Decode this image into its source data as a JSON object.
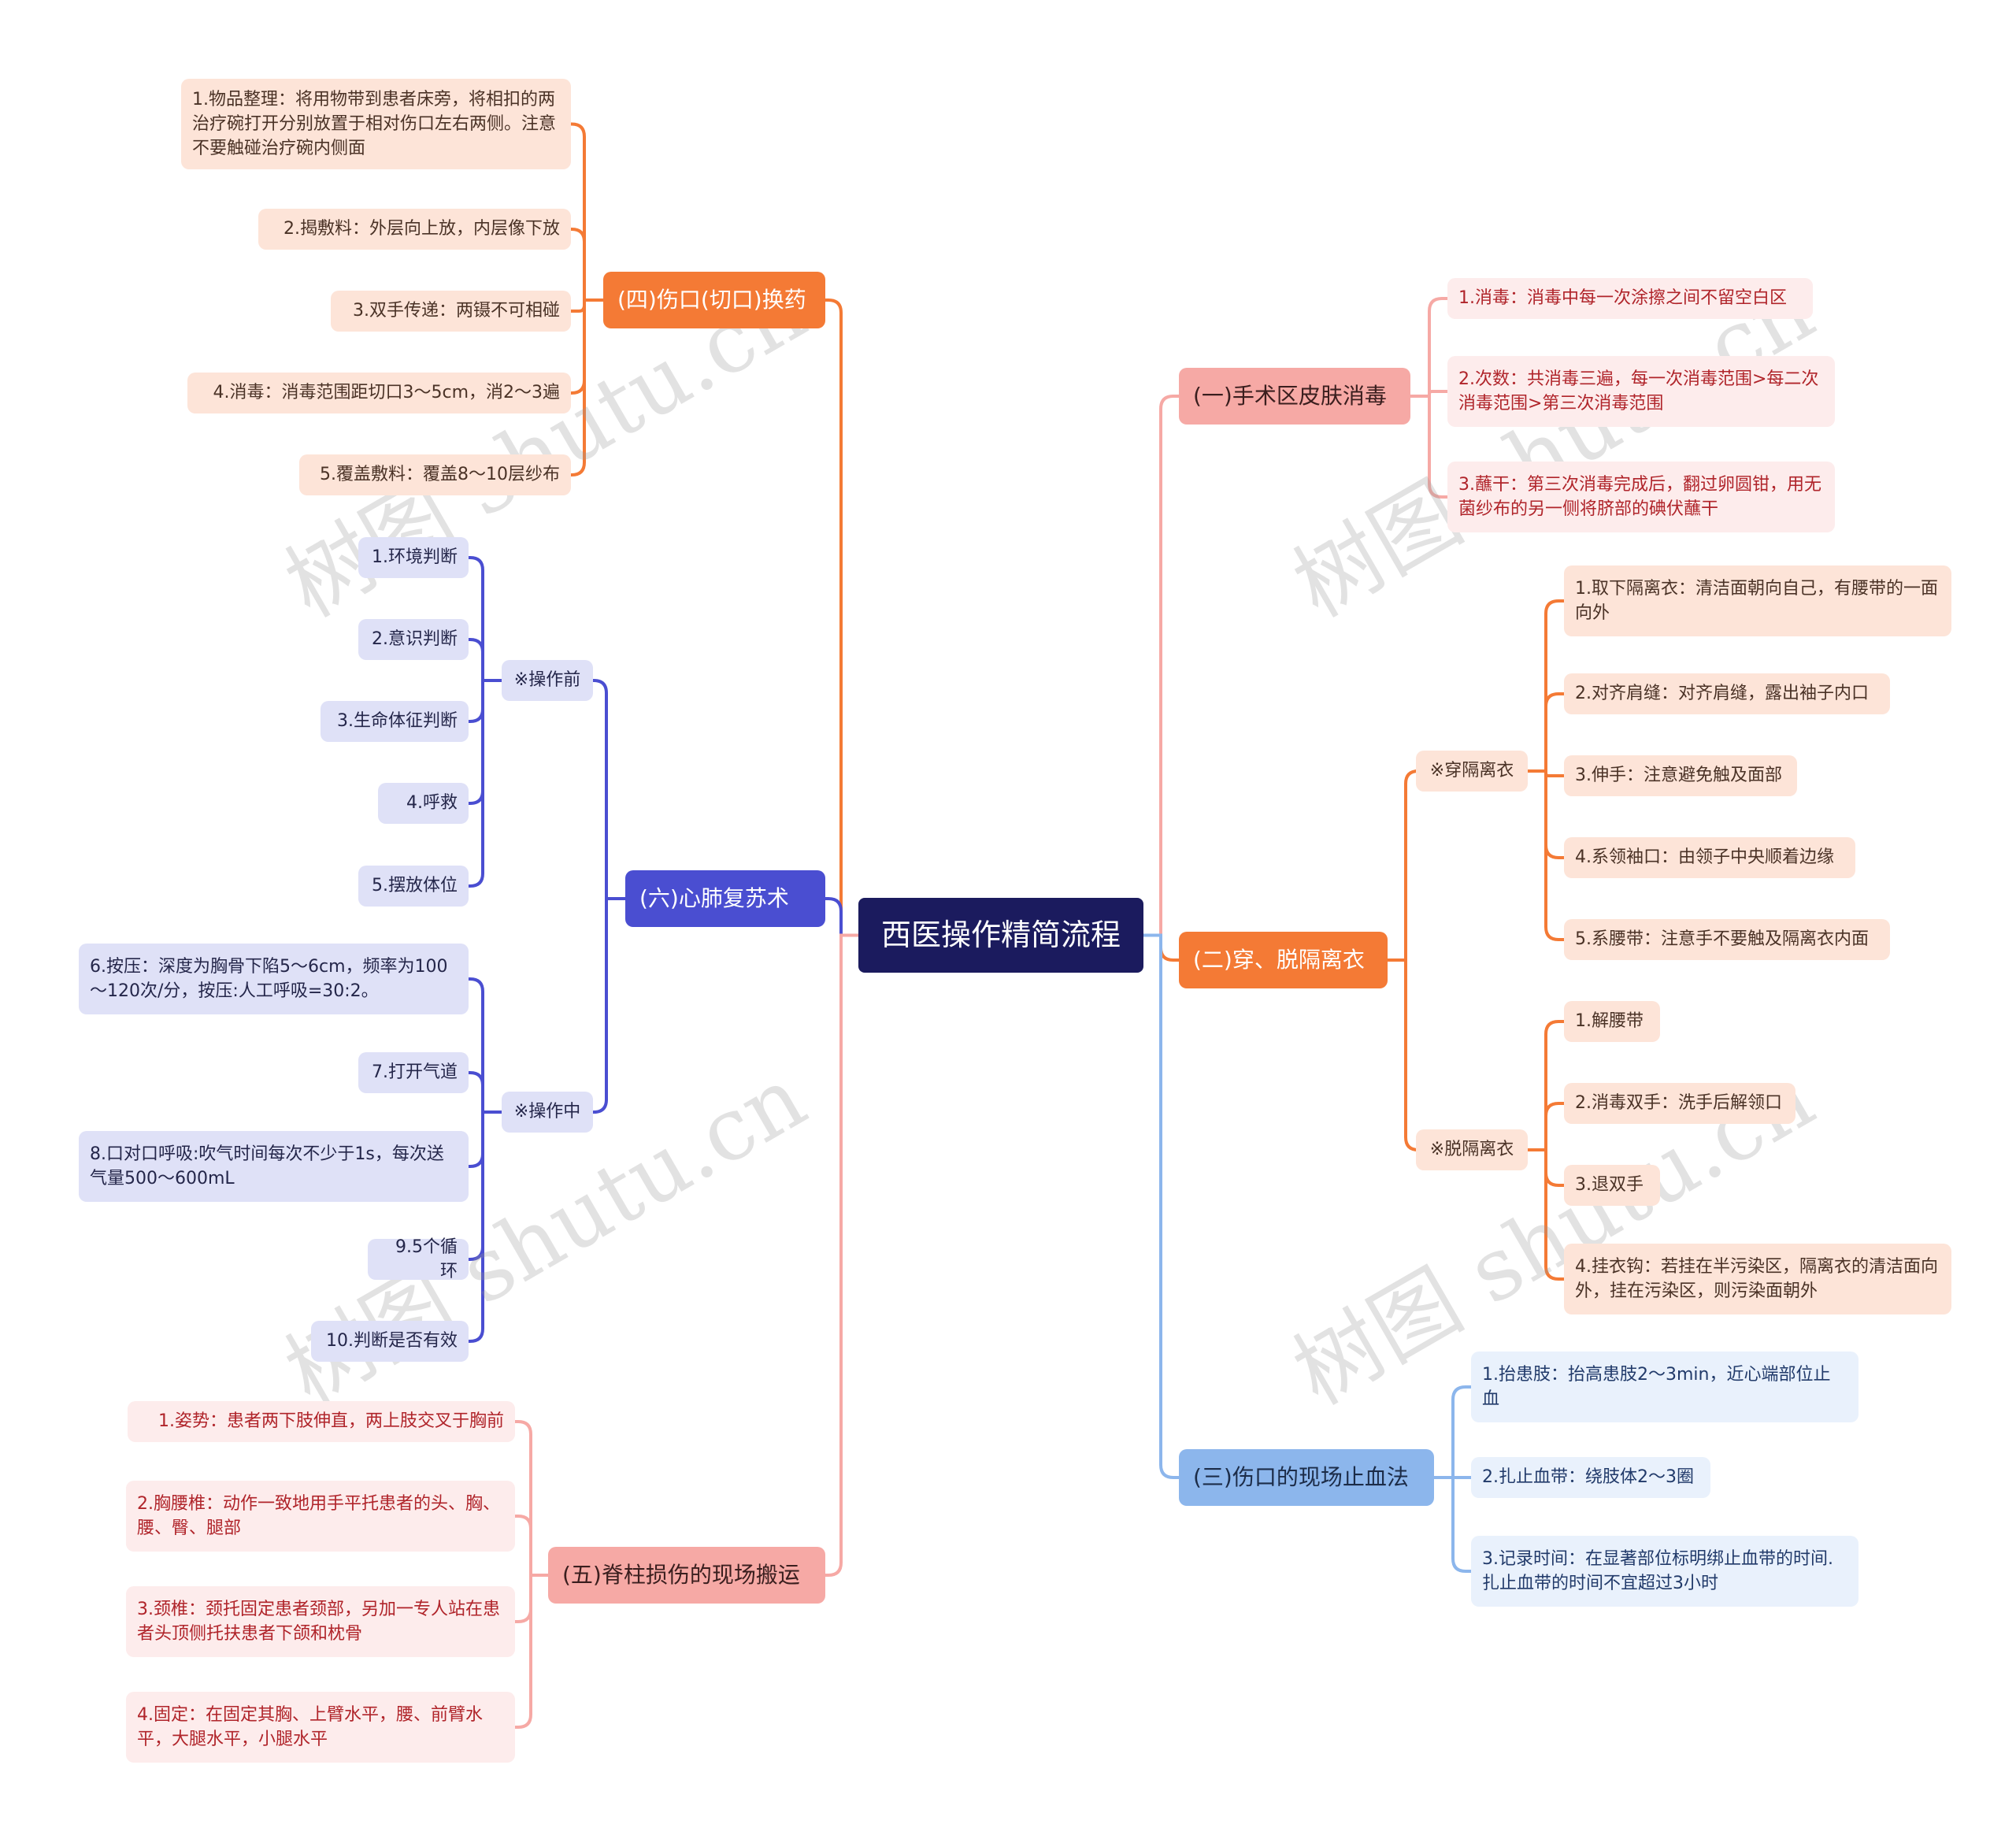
{
  "root": {
    "label": "西医操作精简流程"
  },
  "watermark": "树图 shutu.cn",
  "colors": {
    "root": "#1b1b5e",
    "orange": "#f47a35",
    "pink": "#f6a9a5",
    "indigo": "#4a4ed1",
    "blue": "#8cb6ec"
  },
  "left": {
    "wound_dressing": {
      "title": "(四)伤口(切口)换药",
      "items": [
        "1.物品整理：将用物带到患者床旁，将相扣的两治疗碗打开分别放置于相对伤口左右两侧。注意不要触碰治疗碗内侧面",
        "2.揭敷料：外层向上放，内层像下放",
        "3.双手传递：两镊不可相碰",
        "4.消毒：消毒范围距切口3～5cm，消2～3遍",
        "5.覆盖敷料：覆盖8～10层纱布"
      ]
    },
    "cpr": {
      "title": "(六)心肺复苏术",
      "before": {
        "title": "※操作前",
        "items": [
          "1.环境判断",
          "2.意识判断",
          "3.生命体征判断",
          "4.呼救"
        ]
      },
      "during": {
        "title": "※操作中",
        "items": [
          "5.摆放体位",
          "6.按压：深度为胸骨下陷5～6cm，频率为100～120次/分，按压:人工呼吸=30:2。",
          "7.打开气道",
          "8.口对口呼吸:吹气时间每次不少于1s，每次送气量500～600mL",
          "9.5个循环",
          "10.判断是否有效"
        ]
      }
    },
    "spine": {
      "title": "(五)脊柱损伤的现场搬运",
      "items": [
        "1.姿势：患者两下肢伸直，两上肢交叉于胸前",
        "2.胸腰椎：动作一致地用手平托患者的头、胸、腰、臀、腿部",
        "3.颈椎：颈托固定患者颈部，另加一专人站在患者头顶侧托扶患者下颌和枕骨",
        "4.固定：在固定其胸、上臂水平，腰、前臂水平，大腿水平，小腿水平"
      ]
    }
  },
  "right": {
    "skin_disinfection": {
      "title": "(一)手术区皮肤消毒",
      "items": [
        "1.消毒：消毒中每一次涂擦之间不留空白区",
        "2.次数：共消毒三遍，每一次消毒范围>每二次消毒范围>第三次消毒范围",
        "3.蘸干：第三次消毒完成后，翻过卵圆钳，用无菌纱布的另一侧将脐部的碘伏蘸干"
      ]
    },
    "gown": {
      "title": "(二)穿、脱隔离衣",
      "put_on": {
        "title": "※穿隔离衣",
        "items": [
          "1.取下隔离衣：清洁面朝向自己，有腰带的一面向外",
          "2.对齐肩缝：对齐肩缝，露出袖子内口",
          "3.伸手：注意避免触及面部",
          "4.系领袖口：由领子中央顺着边缘",
          "5.系腰带：注意手不要触及隔离衣内面"
        ]
      },
      "take_off": {
        "title": "※脱隔离衣",
        "items": [
          "1.解腰带",
          "2.消毒双手：洗手后解领口",
          "3.退双手",
          "4.挂衣钩：若挂在半污染区，隔离衣的清洁面向外，挂在污染区，则污染面朝外"
        ]
      }
    },
    "bleeding": {
      "title": "(三)伤口的现场止血法",
      "items": [
        "1.抬患肢：抬高患肢2～3min，近心端部位止血",
        "2.扎止血带：绕肢体2～3圈",
        "3.记录时间：在显著部位标明绑止血带的时间.扎止血带的时间不宜超过3小时"
      ]
    }
  }
}
